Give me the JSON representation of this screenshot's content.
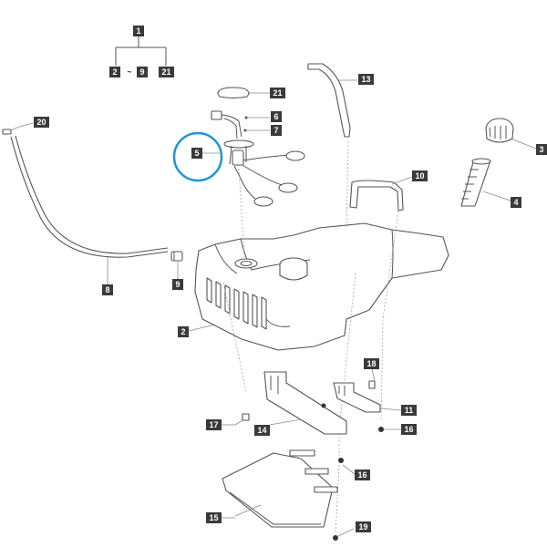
{
  "diagram": {
    "type": "exploded parts diagram",
    "highlight_color": "#1e95d6",
    "callout_color": "#3a3a3a",
    "highlighted_part": "5",
    "callouts": {
      "c1": "1",
      "c2a": "2",
      "c9a": "9",
      "c21a": "21",
      "tilde": "~",
      "c21b": "21",
      "c6": "6",
      "c7": "7",
      "c5": "5",
      "c13": "13",
      "c20": "20",
      "c3": "3",
      "c4": "4",
      "c10": "10",
      "c8": "8",
      "c9b": "9",
      "c2b": "2",
      "c18": "18",
      "c11": "11",
      "c16a": "16",
      "c17": "17",
      "c14": "14",
      "c16b": "16",
      "c15": "15",
      "c19": "19"
    }
  }
}
